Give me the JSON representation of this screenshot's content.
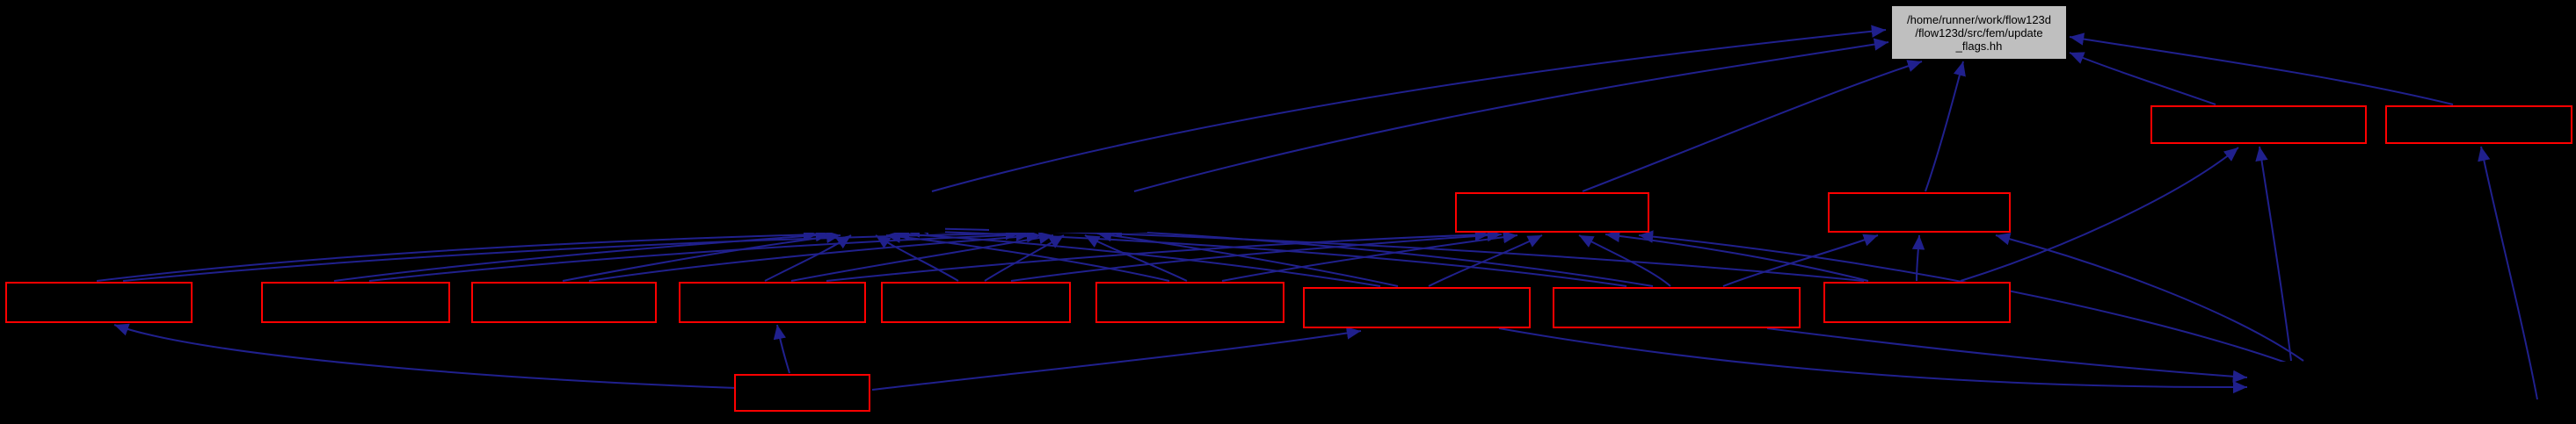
{
  "diagram": {
    "type": "include-dependency-graph",
    "title": "included-by graph for update_flags.hh",
    "root_node": {
      "line1": "/home/runner/work/flow123d",
      "line2": "/flow123d/src/fem/update",
      "line3": "_flags.hh"
    },
    "style": {
      "background": "#000000",
      "edge_color": "#20208d",
      "node_border_color": "#ff0000",
      "root_fill": "#bfbfbf",
      "root_text_color": "#000000"
    },
    "unlabeled_red_node_count": 14,
    "hidden_node_count": 3
  }
}
